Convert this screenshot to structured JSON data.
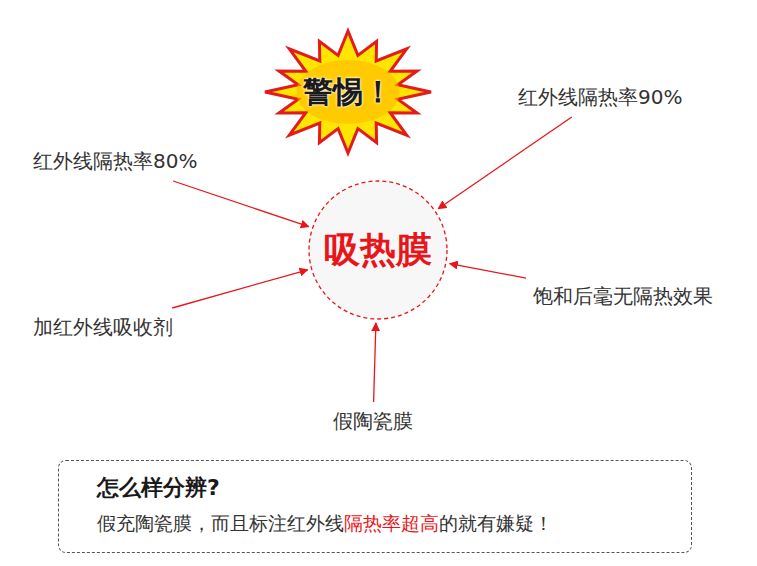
{
  "diagram": {
    "nodes": [
      {
        "text": [
          "警惕！"
        ]
      },
      {
        "text": [
          "红外线隔热率90%"
        ]
      },
      {
        "text": [
          "红外线隔热率80%"
        ]
      },
      {
        "text": [
          "吸热膜"
        ]
      },
      {
        "text": [
          "饱和后毫无隔热效果"
        ]
      },
      {
        "text": [
          "加红外线吸收剂"
        ]
      },
      {
        "text": [
          "假陶瓷膜"
        ]
      },
      {
        "text": [
          "怎么样分辨?",
          "假充陶瓷膜，而且标注红外线",
          "隔热率超高",
          "的就有嫌疑！"
        ]
      }
    ],
    "edges": [
      {
        "from": 1,
        "to": 3,
        "arrow": "to"
      },
      {
        "from": 2,
        "to": 3,
        "arrow": "to"
      },
      {
        "from": 4,
        "to": 3,
        "arrow": "to"
      },
      {
        "from": 5,
        "to": 3,
        "arrow": "to"
      },
      {
        "from": 6,
        "to": 3,
        "arrow": "to"
      }
    ]
  }
}
